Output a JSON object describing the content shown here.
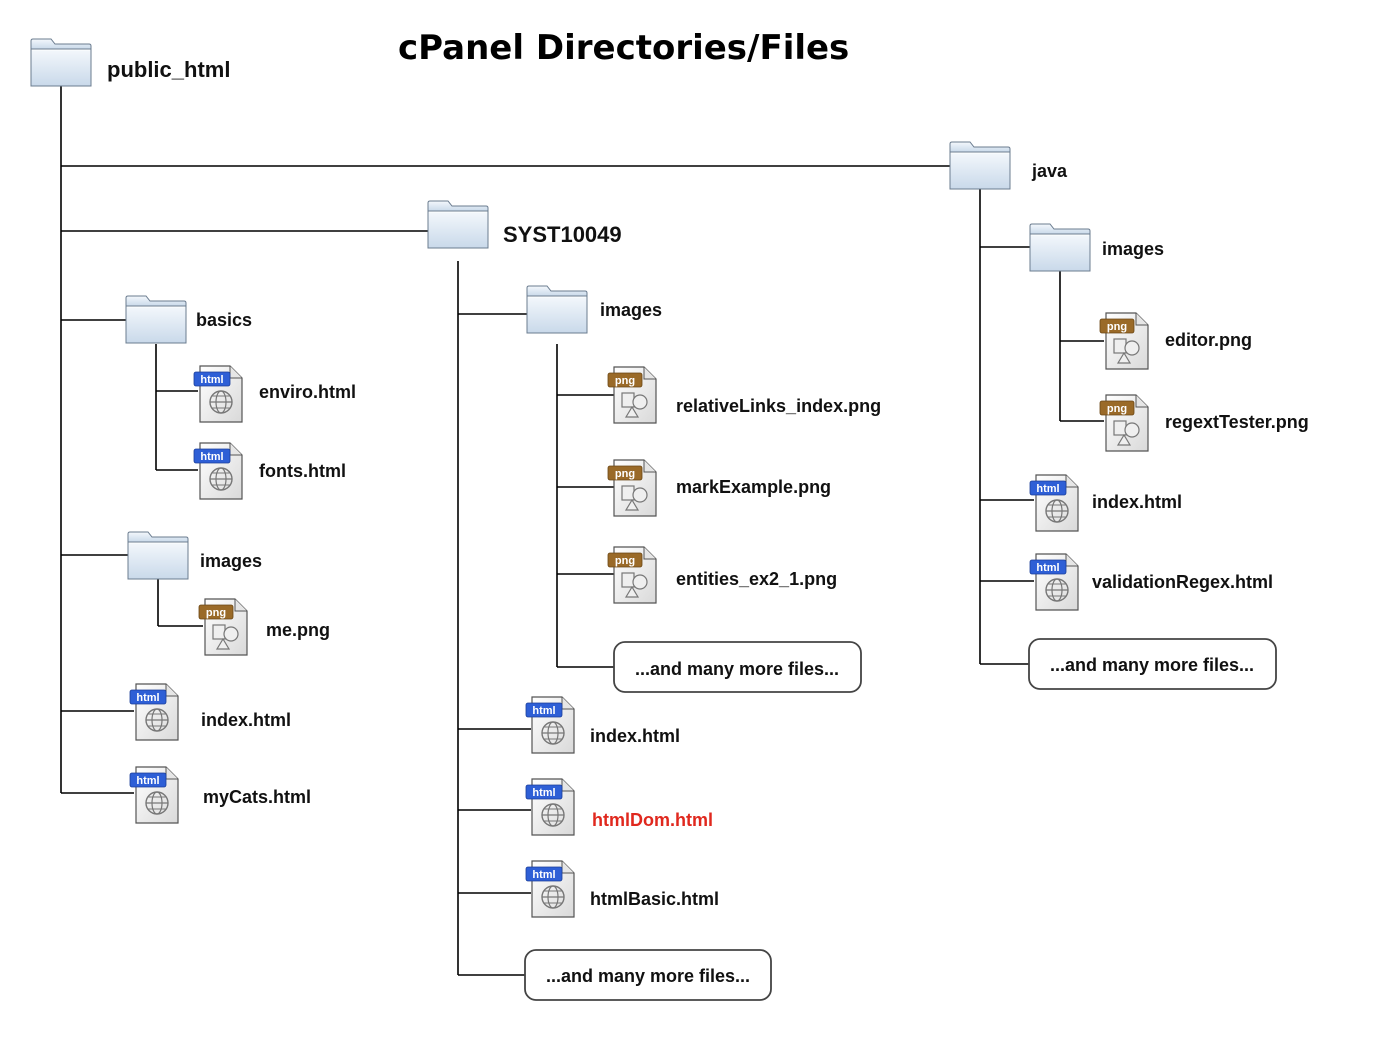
{
  "title": "cPanel Directories/Files",
  "colors": {
    "html_tag": "#2e5fd6",
    "png_tag": "#9a6a28",
    "highlight": "#e0281e",
    "folder_top": "#f4f8fc",
    "folder_bottom": "#c9d9ea"
  },
  "icons": {
    "folder": "folder-icon",
    "html": "html-file-icon",
    "png": "png-file-icon"
  },
  "tree": {
    "root": "public_html",
    "java": {
      "name": "java",
      "images": {
        "name": "images",
        "files": [
          "editor.png",
          "regextTester.png"
        ]
      },
      "files": [
        "index.html",
        "validationRegex.html"
      ],
      "more": "...and many more files..."
    },
    "syst": {
      "name": "SYST10049",
      "images": {
        "name": "images",
        "files": [
          "relativeLinks_index.png",
          "markExample.png",
          "entities_ex2_1.png"
        ],
        "more": "...and many more files..."
      },
      "files": [
        "index.html",
        "htmlDom.html",
        "htmlBasic.html"
      ],
      "highlighted_file": "htmlDom.html",
      "more": "...and many more files..."
    },
    "basics": {
      "name": "basics",
      "files": [
        "enviro.html",
        "fonts.html"
      ]
    },
    "images": {
      "name": "images",
      "files": [
        "me.png"
      ]
    },
    "root_files": [
      "index.html",
      "myCats.html"
    ]
  },
  "tags": {
    "html": "html",
    "png": "png"
  }
}
